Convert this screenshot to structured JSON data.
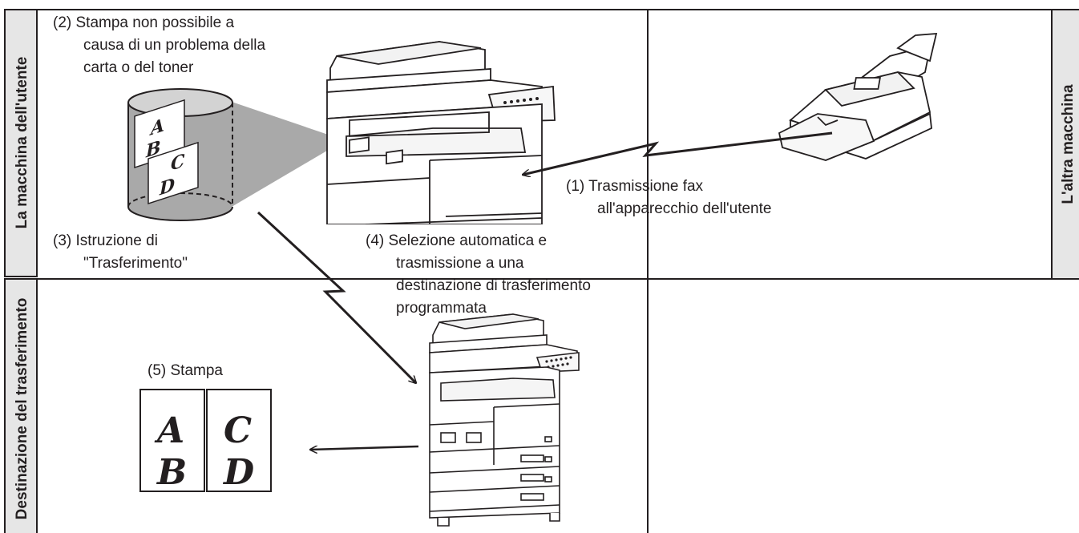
{
  "side_labels": {
    "user_machine": "La macchina dell'utente",
    "other_machine": "L'altra macchina",
    "forward_destination": "Destinazione del trasferimento"
  },
  "steps": {
    "step1": {
      "line1": "(1) Trasmissione fax",
      "line2": "all'apparecchio dell'utente"
    },
    "step2": {
      "line1": "(2) Stampa non possibile a",
      "line2": "causa di un problema della",
      "line3": "carta o del toner"
    },
    "step3": {
      "line1": "(3) Istruzione di",
      "line2": "\"Trasferimento\""
    },
    "step4": {
      "line1": "(4) Selezione automatica e",
      "line2": "trasmissione a una",
      "line3": "destinazione di trasferimento",
      "line4": "programmata"
    },
    "step5": {
      "line1": "(5) Stampa"
    }
  },
  "pages": {
    "stored_sheet1": {
      "letter1": "A",
      "letter2": "B"
    },
    "stored_sheet2": {
      "letter1": "C",
      "letter2": "D"
    },
    "printed_page1": {
      "letter1": "A",
      "letter2": "B"
    },
    "printed_page2": {
      "letter1": "C",
      "letter2": "D"
    }
  },
  "devices": [
    "mfp-user-machine",
    "fax-other-machine",
    "mfp-forward-destination"
  ],
  "colors": {
    "line": "#231f20",
    "side_panel": "#e6e6e6",
    "memory_gray": "#aaaaaa",
    "background": "#ffffff"
  }
}
